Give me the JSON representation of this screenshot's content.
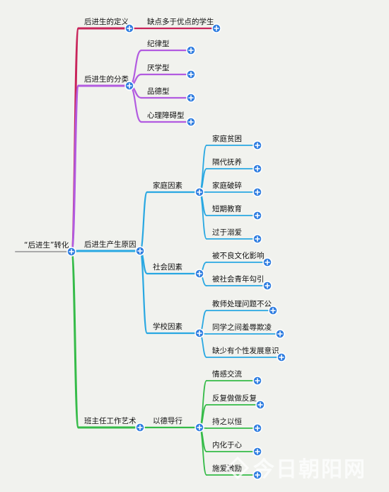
{
  "root": {
    "label": "“后进生”转化"
  },
  "colors": {
    "branch_definition": "#c8245a",
    "branch_classification": "#b25be0",
    "branch_causes": "#29a8e2",
    "branch_art": "#35bb48",
    "toggle_fill": "#2f7de0",
    "background": "#f1f2ee"
  },
  "branches": [
    {
      "label": "后进生的定义",
      "color_key": "branch_definition",
      "children": [
        {
          "label": "缺点多于优点的学生"
        }
      ]
    },
    {
      "label": "后进生的分类",
      "color_key": "branch_classification",
      "children": [
        {
          "label": "纪律型"
        },
        {
          "label": "厌学型"
        },
        {
          "label": "品德型"
        },
        {
          "label": "心理障碍型"
        }
      ]
    },
    {
      "label": "后进生产生原因",
      "color_key": "branch_causes",
      "children": [
        {
          "label": "家庭因素",
          "children": [
            {
              "label": "家庭贫困"
            },
            {
              "label": "隔代抚养"
            },
            {
              "label": "家庭破碎"
            },
            {
              "label": "短期教育"
            },
            {
              "label": "过于溺爱"
            }
          ]
        },
        {
          "label": "社会因素",
          "children": [
            {
              "label": "被不良文化影响"
            },
            {
              "label": "被社会青年勾引"
            }
          ]
        },
        {
          "label": "学校因素",
          "children": [
            {
              "label": "教师处理问题不公"
            },
            {
              "label": "同学之间羞辱欺凌"
            },
            {
              "label": "缺少有个性发展意识"
            }
          ]
        }
      ]
    },
    {
      "label": "班主任工作艺术",
      "color_key": "branch_art",
      "children": [
        {
          "label": "以德导行",
          "children": [
            {
              "label": "情感交流"
            },
            {
              "label": "反复做做反复"
            },
            {
              "label": "持之以恒"
            },
            {
              "label": "内化于心"
            },
            {
              "label": "施爱激励"
            }
          ]
        }
      ]
    }
  ],
  "watermark": {
    "text": "今日朝阳网"
  }
}
